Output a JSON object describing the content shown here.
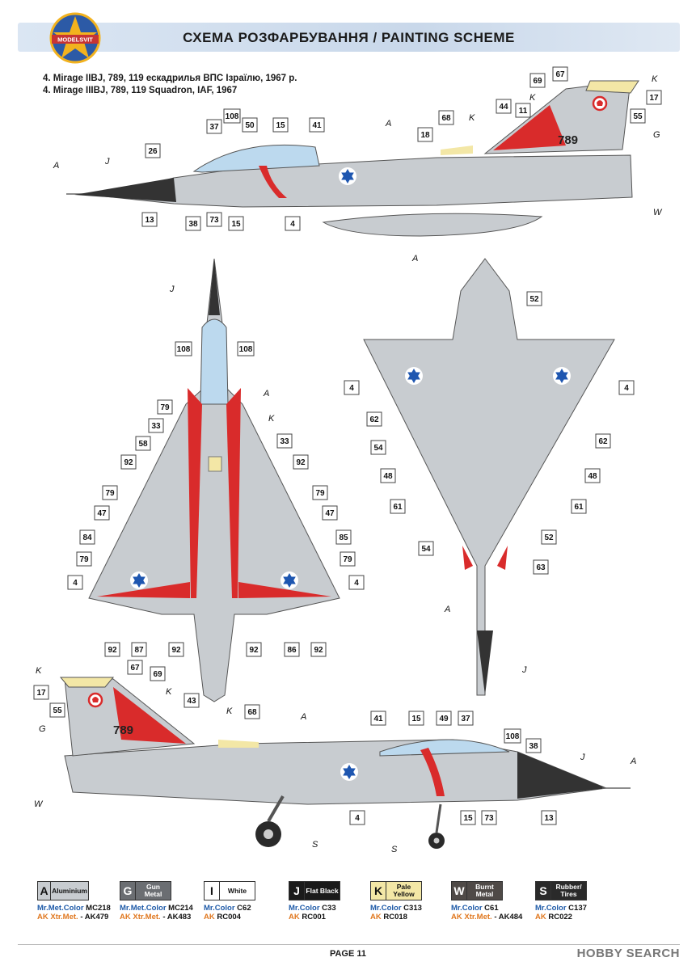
{
  "header": {
    "title": "СХЕМА РОЗФАРБУВАННЯ / PAINTING SCHEME",
    "logo_text": "MODELSVIT"
  },
  "subtitle": {
    "line1": "4. Mirage IIBJ, 789, 119 ескадрилья ВПС Ізраїлю, 1967 р.",
    "line2": "4. Mirage IIIBJ, 789, 119 Squadron, IAF, 1967"
  },
  "aircraft_number": "789",
  "colors": {
    "aluminium": "#c8ccd0",
    "red": "#d92b2b",
    "black": "#333333",
    "pale_yellow": "#f3e7a6",
    "canopy": "#bcd9ee",
    "star": "#1e56b0"
  },
  "callouts": {
    "c4": "4",
    "c13": "13",
    "c15": "15",
    "c17": "17",
    "c18": "18",
    "c26": "26",
    "c33": "33",
    "c37": "37",
    "c38": "38",
    "c41": "41",
    "c43": "43",
    "c44": "44",
    "c47": "47",
    "c48": "48",
    "c49": "49",
    "c50": "50",
    "c52": "52",
    "c54": "54",
    "c55": "55",
    "c58": "58",
    "c61": "61",
    "c62": "62",
    "c63": "63",
    "c67": "67",
    "c68": "68",
    "c69": "69",
    "c73": "73",
    "c79": "79",
    "c84": "84",
    "c85": "85",
    "c86": "86",
    "c87": "87",
    "c92": "92",
    "c108": "108",
    "c11": "11"
  },
  "paint_refs": {
    "A": "A",
    "J": "J",
    "K": "K",
    "G": "G",
    "W": "W",
    "S": "S"
  },
  "legend": [
    {
      "letter": "A",
      "name": "Aluminium",
      "mr_label": "Mr.Met.Color",
      "mr_code": "MC218",
      "ak_label": "AK Xtr.Met.",
      "ak_code": "- AK479",
      "bg": "#c8ccd0",
      "fg": "#111"
    },
    {
      "letter": "G",
      "name": "Gun Metal",
      "mr_label": "Mr.Met.Color",
      "mr_code": "MC214",
      "ak_label": "AK Xtr.Met.",
      "ak_code": "- AK483",
      "bg": "#6b6e72",
      "fg": "#fff"
    },
    {
      "letter": "I",
      "name": "White",
      "mr_label": "Mr.Color",
      "mr_code": "C62",
      "ak_label": "AK",
      "ak_code": "RC004",
      "bg": "#ffffff",
      "fg": "#111"
    },
    {
      "letter": "J",
      "name": "Flat Black",
      "mr_label": "Mr.Color",
      "mr_code": "C33",
      "ak_label": "AK",
      "ak_code": "RC001",
      "bg": "#1a1a1a",
      "fg": "#fff"
    },
    {
      "letter": "K",
      "name": "Pale Yellow",
      "mr_label": "Mr.Color",
      "mr_code": "C313",
      "ak_label": "AK",
      "ak_code": "RC018",
      "bg": "#f3e7a6",
      "fg": "#111"
    },
    {
      "letter": "W",
      "name": "Burnt Metal",
      "mr_label": "Mr.Color",
      "mr_code": "C61",
      "ak_label": "AK Xtr.Met.",
      "ak_code": "- AK484",
      "bg": "#4f4a47",
      "fg": "#fff"
    },
    {
      "letter": "S",
      "name": "Rubber/ Tires",
      "mr_label": "Mr.Color",
      "mr_code": "C137",
      "ak_label": "AK",
      "ak_code": "RC022",
      "bg": "#2a2a2a",
      "fg": "#fff"
    }
  ],
  "footer": {
    "page": "PAGE 11",
    "watermark": "HOBBY SEARCH"
  }
}
